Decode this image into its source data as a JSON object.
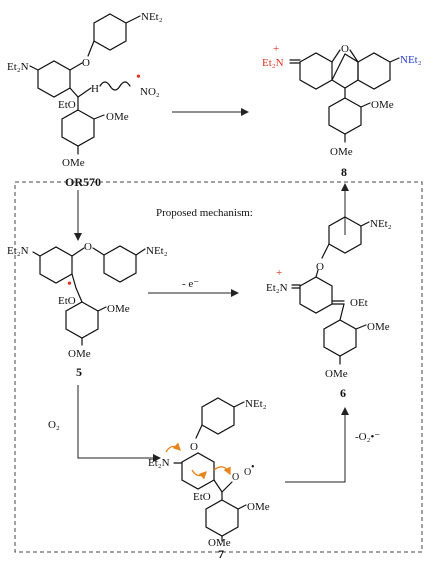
{
  "groups": {
    "net2": "NEt₂",
    "et2n": "Et₂N",
    "no2": "NO₂",
    "h": "H",
    "eto": "EtO",
    "ome": "OMe",
    "o": "O",
    "oet": "OEt",
    "plus": "+",
    "dot": "•"
  },
  "labels": {
    "or570": "OR570",
    "c8": "8",
    "c5": "5",
    "c6": "6",
    "c7": "7",
    "mechanism": "Proposed mechanism:",
    "minus_e": "- e⁻",
    "o2": "O₂",
    "minus_o2": "-O₂•⁻"
  },
  "colors": {
    "radical_red": "#e0301e",
    "amine_blue": "#2a3bd0",
    "curved_arrow_orange": "#e8841c"
  }
}
